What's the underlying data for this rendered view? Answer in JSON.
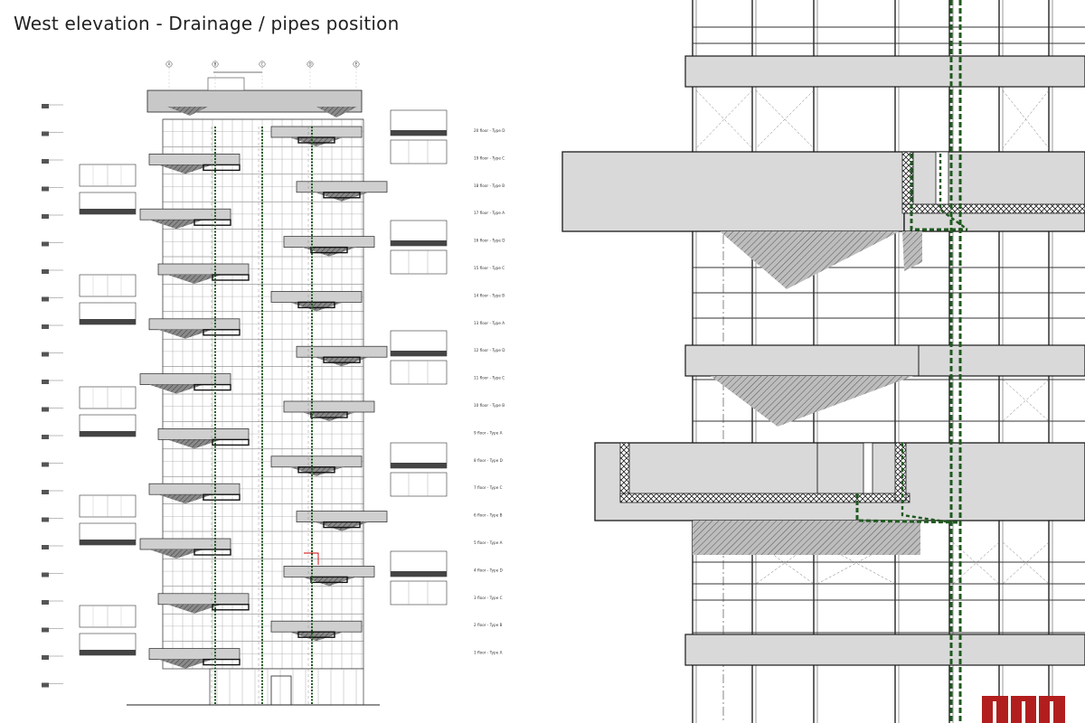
{
  "title": "West elevation - Drainage / pipes position",
  "grid_axes": [
    "A",
    "B",
    "C",
    "D",
    "E"
  ],
  "floors": [
    "20 floor - Type D",
    "19 floor - Type C",
    "18 floor - Type B",
    "17 floor - Type A",
    "16 floor - Type D",
    "15 floor - Type C",
    "14 floor - Type B",
    "13 floor - Type A",
    "12 floor - Type D",
    "11 floor - Type C",
    "10 floor - Type B",
    "9 floor - Type A",
    "8 floor - Type D",
    "7 floor - Type C",
    "6 floor - Type B",
    "5 floor - Type A",
    "4 floor - Type D",
    "3 floor - Type C",
    "2 floor - Type B",
    "1 floor - Type A"
  ],
  "colors": {
    "pipe": "#1f5a1f",
    "slab_fill": "#d9d9d9",
    "line": "#1a1a1a",
    "logo": "#b21e1e"
  },
  "logo": {
    "icon": "red-three-square-logo"
  }
}
